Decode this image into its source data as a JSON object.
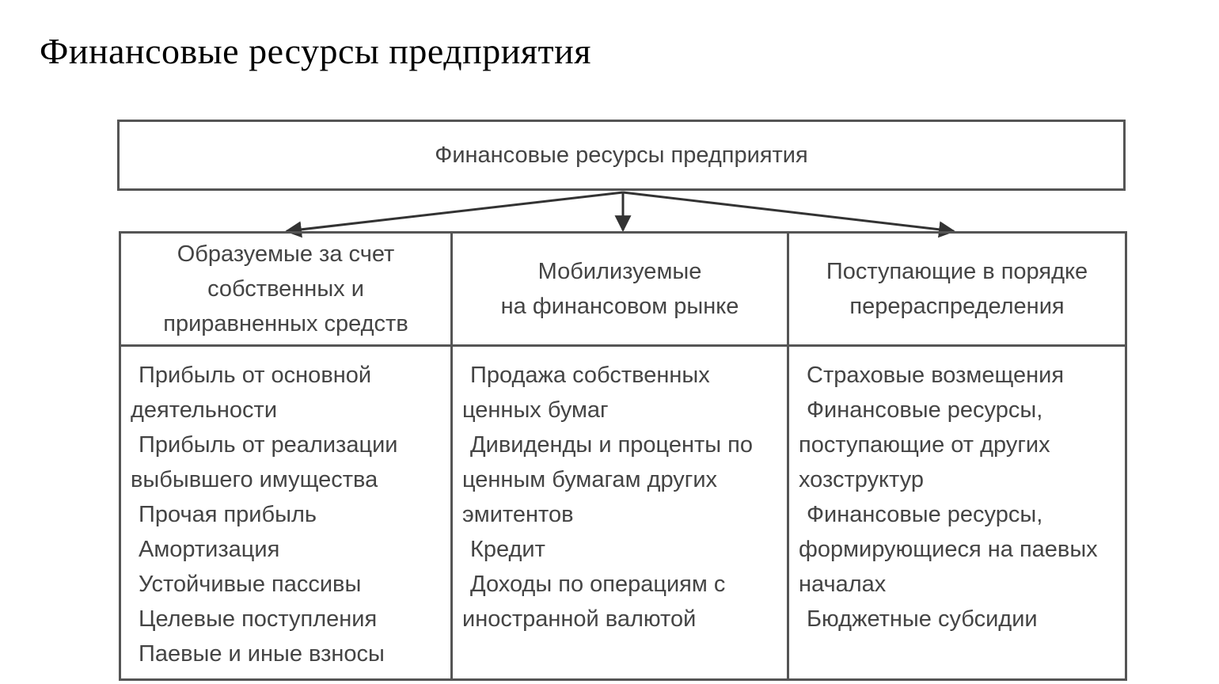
{
  "title": "Финансовые ресурсы предприятия",
  "diagram": {
    "root": "Финансовые ресурсы предприятия",
    "columns": [
      {
        "header": [
          "Образуемые за счет",
          "собственных  и",
          "приравненных  средств"
        ],
        "items": [
          [
            "Прибыль от основной",
            "деятельности"
          ],
          [
            "Прибыль от реализации",
            "выбывшего имущества"
          ],
          [
            "Прочая прибыль"
          ],
          [
            "Амортизация"
          ],
          [
            "Устойчивые пассивы"
          ],
          [
            "Целевые поступления"
          ],
          [
            "Паевые и иные взносы"
          ]
        ]
      },
      {
        "header": [
          "Мобилизуемые",
          "на финансовом рынке"
        ],
        "items": [
          [
            "Продажа собственных",
            "ценных бумаг"
          ],
          [
            "Дивиденды  и проценты по",
            "ценным бумагам других",
            "эмитентов"
          ],
          [
            "Кредит"
          ],
          [
            "Доходы по операциям с",
            "иностранной валютой"
          ]
        ]
      },
      {
        "header": [
          "Поступающие в порядке",
          "перераспределения"
        ],
        "items": [
          [
            "Страховые возмещения"
          ],
          [
            "Финансовые ресурсы,",
            "поступающие от других",
            "хозструктур"
          ],
          [
            "Финансовые ресурсы,",
            "формирующиеся на паевых",
            "началах"
          ],
          [
            "Бюджетные субсидии"
          ]
        ]
      }
    ]
  },
  "colors": {
    "border": "#555555",
    "text": "#444444",
    "title": "#000000"
  }
}
